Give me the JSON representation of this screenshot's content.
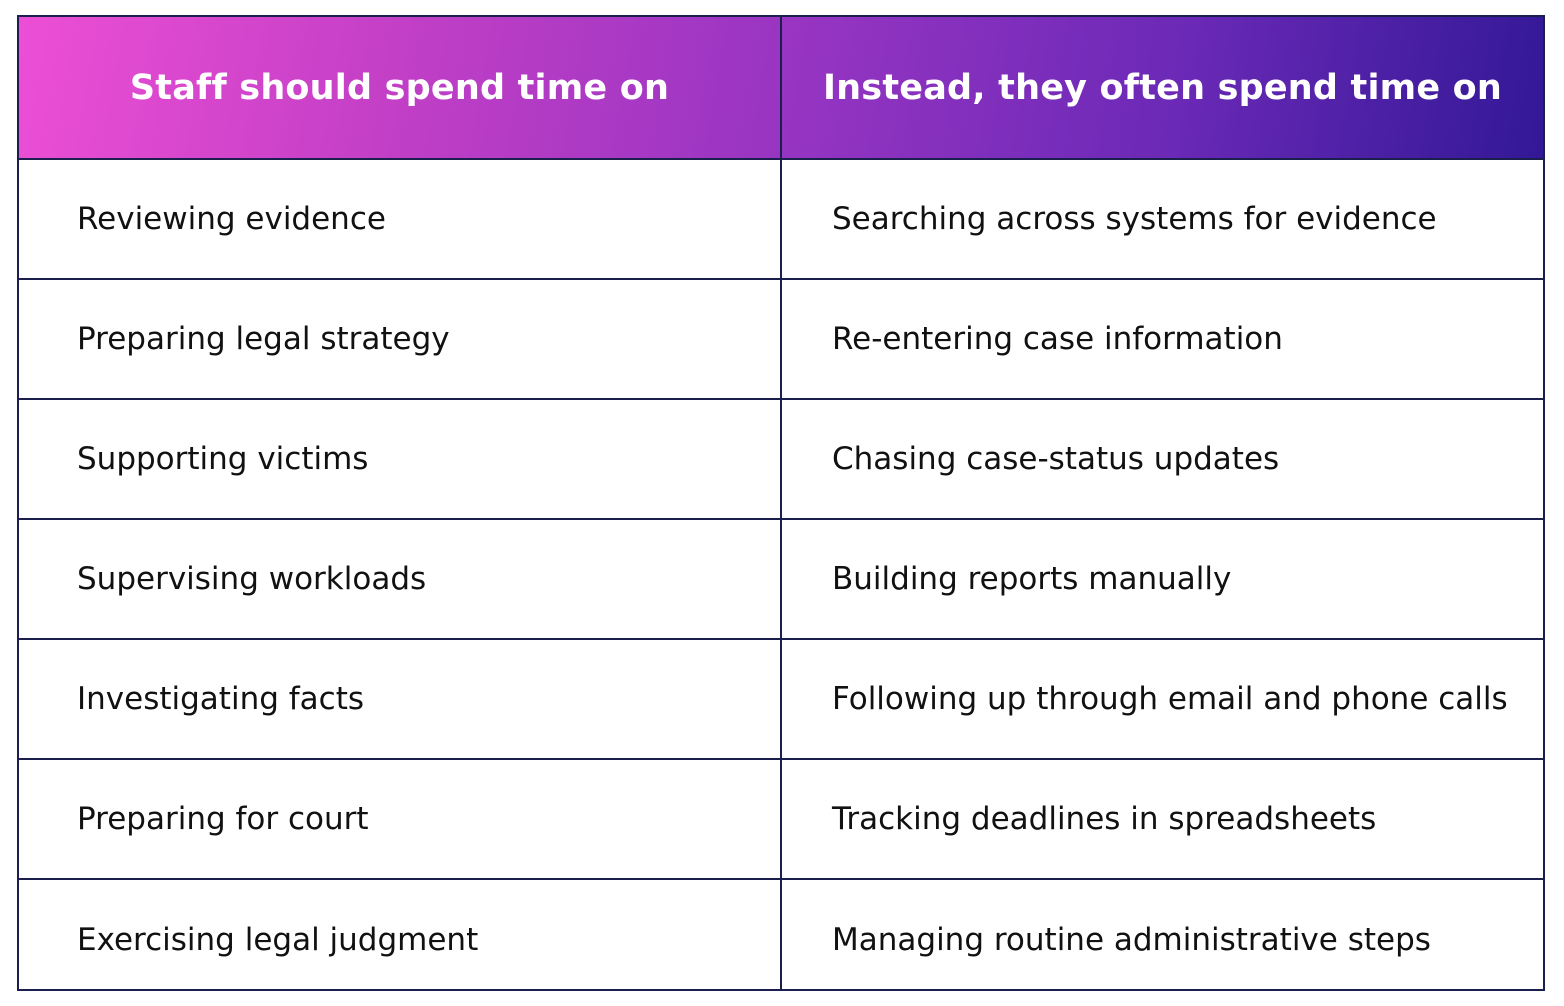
{
  "table": {
    "headers": [
      "Staff should spend time on",
      "Instead, they often spend time on"
    ],
    "rows": [
      [
        "Reviewing evidence",
        "Searching across systems for evidence"
      ],
      [
        "Preparing legal strategy",
        "Re-entering case information"
      ],
      [
        "Supporting victims",
        "Chasing case-status updates"
      ],
      [
        "Supervising workloads",
        "Building reports manually"
      ],
      [
        "Investigating facts",
        "Following up through email and phone calls"
      ],
      [
        "Preparing for court",
        "Tracking deadlines in spreadsheets"
      ],
      [
        "Exercising legal judgment",
        "Managing routine administrative steps"
      ]
    ]
  },
  "colors": {
    "gradient_start": "#ec4fd5",
    "gradient_end": "#321896",
    "border": "#1b1f4d",
    "header_text": "#ffffff",
    "body_text": "#111111"
  }
}
